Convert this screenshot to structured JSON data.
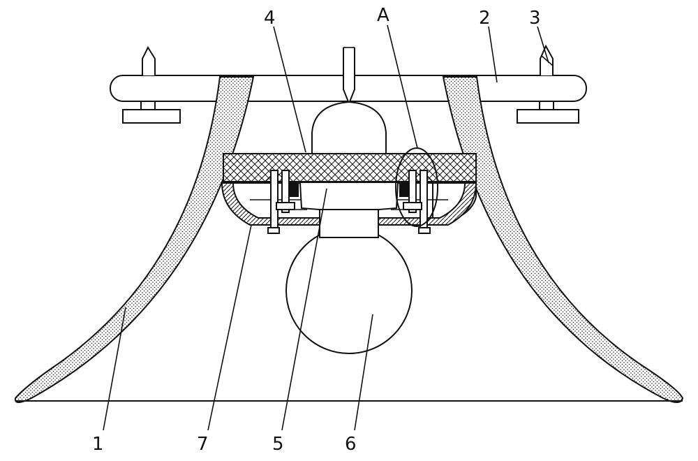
{
  "labels": {
    "l1": "1",
    "l2": "2",
    "l3": "3",
    "l4": "4",
    "l5": "5",
    "l6": "6",
    "l7": "7",
    "lA": "A"
  },
  "colors": {
    "line": "#111111",
    "background": "#ffffff"
  }
}
